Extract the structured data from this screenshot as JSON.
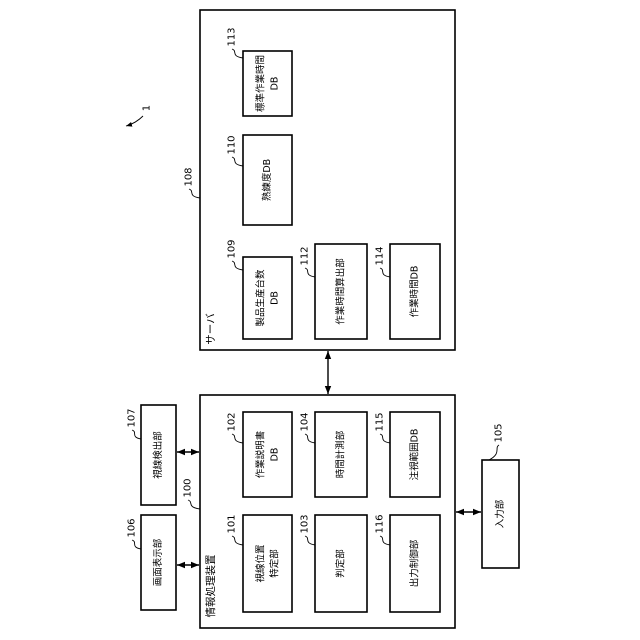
{
  "figure": {
    "ref": "1"
  },
  "server": {
    "ref": "108",
    "title": "サーバ",
    "blocks": [
      {
        "ref": "113",
        "lines": [
          "標準作業時間",
          "DB"
        ]
      },
      {
        "ref": "110",
        "lines": [
          "熟練度DB"
        ]
      },
      {
        "ref": "109",
        "lines": [
          "製品生産台数",
          "DB"
        ]
      },
      {
        "ref": "112",
        "lines": [
          "作業時間算出部"
        ]
      },
      {
        "ref": "114",
        "lines": [
          "作業時間DB"
        ]
      }
    ]
  },
  "device": {
    "ref": "100",
    "title": "情報処理装置",
    "blocks": [
      {
        "ref": "102",
        "lines": [
          "作業説明書",
          "DB"
        ]
      },
      {
        "ref": "104",
        "lines": [
          "時間計測部"
        ]
      },
      {
        "ref": "115",
        "lines": [
          "注視範囲DB"
        ]
      },
      {
        "ref": "101",
        "lines": [
          "視線位置",
          "特定部"
        ]
      },
      {
        "ref": "103",
        "lines": [
          "判定部"
        ]
      },
      {
        "ref": "116",
        "lines": [
          "出力制御部"
        ]
      }
    ]
  },
  "external": [
    {
      "ref": "107",
      "lines": [
        "視線検出部"
      ]
    },
    {
      "ref": "106",
      "lines": [
        "画面表示部"
      ]
    },
    {
      "ref": "105",
      "lines": [
        "入力部"
      ]
    }
  ]
}
